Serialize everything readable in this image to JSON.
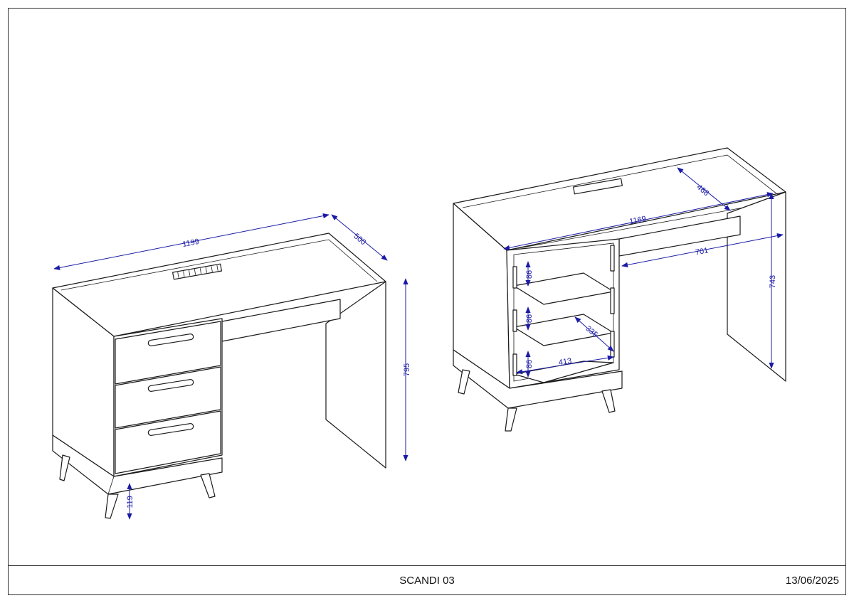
{
  "title_block": {
    "name": "SCANDI 03",
    "date": "13/06/2025"
  },
  "view_left": {
    "dimensions": {
      "width": "1199",
      "depth": "500",
      "height": "795",
      "leg_height": "119"
    }
  },
  "view_right": {
    "dimensions": {
      "inner_width": "1169",
      "inner_depth": "468",
      "knee_width": "701",
      "knee_height": "743",
      "drawer_opening_1": "86",
      "drawer_opening_2": "86",
      "drawer_opening_3": "86",
      "drawer_depth": "335",
      "drawer_width": "413"
    }
  },
  "colors": {
    "outline": "#1a1a1a",
    "dimension": "#1a1aa6"
  }
}
